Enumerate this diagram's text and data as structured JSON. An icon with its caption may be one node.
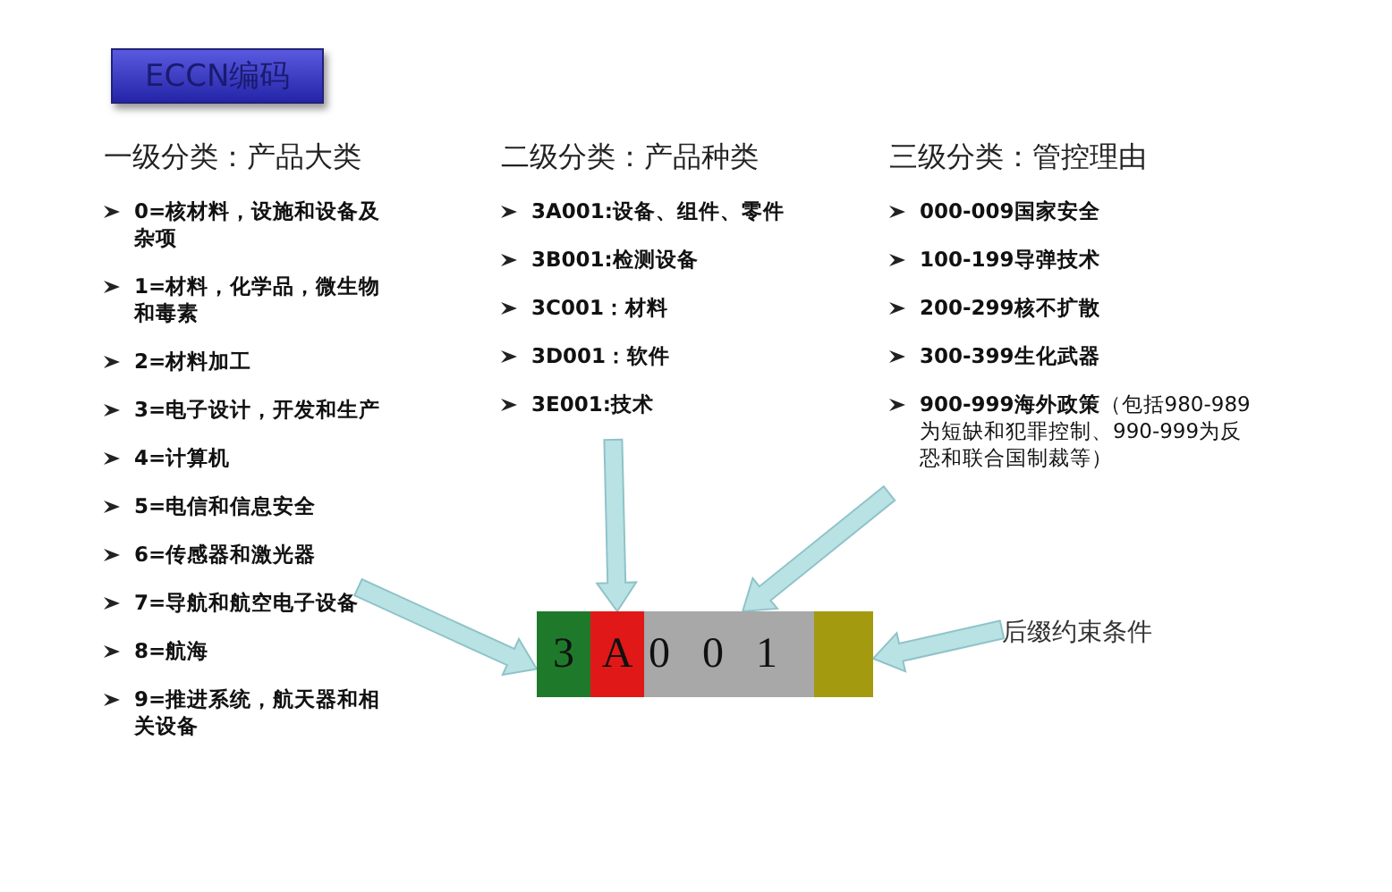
{
  "diagram": {
    "nodes": [
      {
        "text": [
          "ECCN编码"
        ]
      },
      {
        "text": [
          "一级分类：产品大类",
          "0=核材料，设施和设备及杂项",
          "1=材料，化学品，微生物和毒素",
          "2=材料加工",
          "3=电子设计，开发和生产",
          "4=计算机",
          "5=电信和信息安全",
          "6=传感器和激光器",
          "7=导航和航空电子设备",
          "8=航海",
          "9=推进系统，航天器和相关设备"
        ]
      },
      {
        "text": [
          "二级分类：产品种类",
          "3A001:设备、组件、零件",
          "3B001:检测设备",
          "3C001：材料",
          "3D001：软件",
          "3E001:技术"
        ]
      },
      {
        "text": [
          "三级分类：管控理由",
          "000-009国家安全",
          "100-199导弹技术",
          "200-299核不扩散",
          "300-399生化武器",
          "**900-999海外政策**（包括980-989为短缺和犯罪控制、990-999为反恐和联合国制裁等）"
        ]
      },
      {
        "text": [
          "3"
        ]
      },
      {
        "text": [
          "A"
        ]
      },
      {
        "text": [
          "001"
        ]
      },
      {
        "text": [],
        "shape": "box"
      },
      {
        "text": [
          "后缀约束条件"
        ]
      }
    ],
    "edges": [
      {
        "from": 1,
        "to": 4,
        "arrow": "to",
        "style": "thick"
      },
      {
        "from": 2,
        "to": 5,
        "arrow": "to",
        "style": "thick"
      },
      {
        "from": 3,
        "to": 6,
        "arrow": "to",
        "style": "thick"
      },
      {
        "from": 8,
        "to": 7,
        "arrow": "to",
        "style": "thick"
      }
    ]
  }
}
